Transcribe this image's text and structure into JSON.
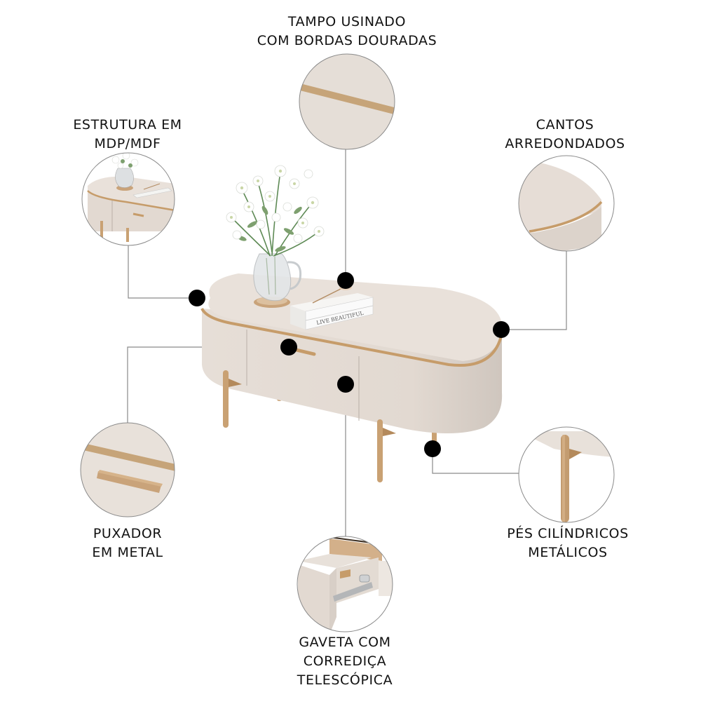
{
  "colors": {
    "cream": "#e8e0d9",
    "cream_shadow": "#d9d0c8",
    "gold": "#c69c6a",
    "line": "#8a8a8a",
    "dot": "#000000",
    "text": "#111111"
  },
  "callouts": [
    {
      "id": "tampo",
      "lines": [
        "TAMPO USINADO",
        "COM BORDAS DOURADAS"
      ]
    },
    {
      "id": "estrutura",
      "lines": [
        "ESTRUTURA EM",
        "MDP/MDF"
      ]
    },
    {
      "id": "cantos",
      "lines": [
        "CANTOS",
        "ARREDONDADOS"
      ]
    },
    {
      "id": "puxador",
      "lines": [
        "PUXADOR",
        "EM METAL"
      ]
    },
    {
      "id": "pes",
      "lines": [
        "PÉS CILÍNDRICOS",
        "METÁLICOS"
      ]
    },
    {
      "id": "gaveta",
      "lines": [
        "GAVETA COM",
        "CORREDIÇA",
        "TELESCÓPICA"
      ]
    }
  ],
  "product": {
    "book_title": "LIVE BEAUTIFUL"
  }
}
